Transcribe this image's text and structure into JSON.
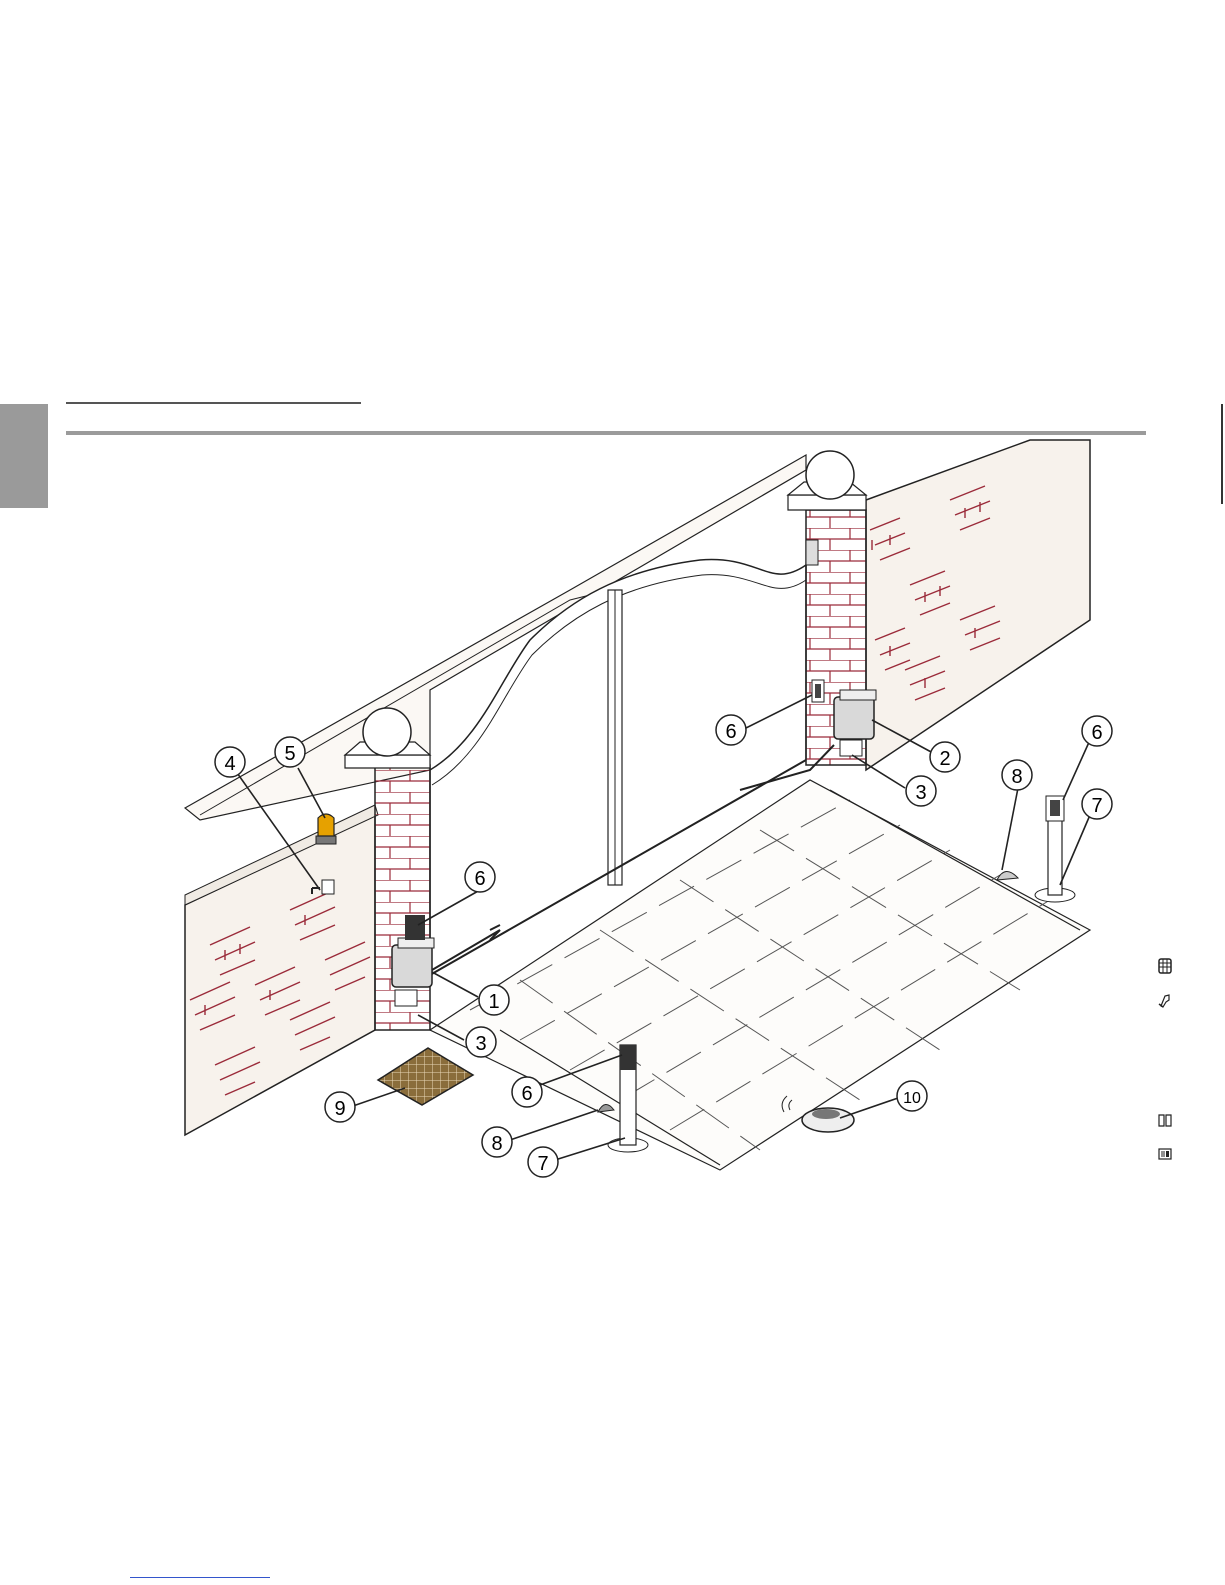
{
  "callouts": {
    "c1": "1",
    "c2": "2",
    "c3a": "3",
    "c3b": "3",
    "c4": "4",
    "c5": "5",
    "c6a": "6",
    "c6b": "6",
    "c6c": "6",
    "c6d": "6",
    "c7a": "7",
    "c7b": "7",
    "c8a": "8",
    "c8b": "8",
    "c9": "9",
    "c10": "10"
  },
  "colors": {
    "brick": "#9b2b3a",
    "lamp": "#e6a100",
    "mat": "#8a6d3b",
    "tab": "#9a9a9a",
    "rule": "#9b9b9b"
  },
  "side_icons": [
    "keypad-icon",
    "installer-hand-icon",
    "book-icon",
    "manual-icon"
  ]
}
